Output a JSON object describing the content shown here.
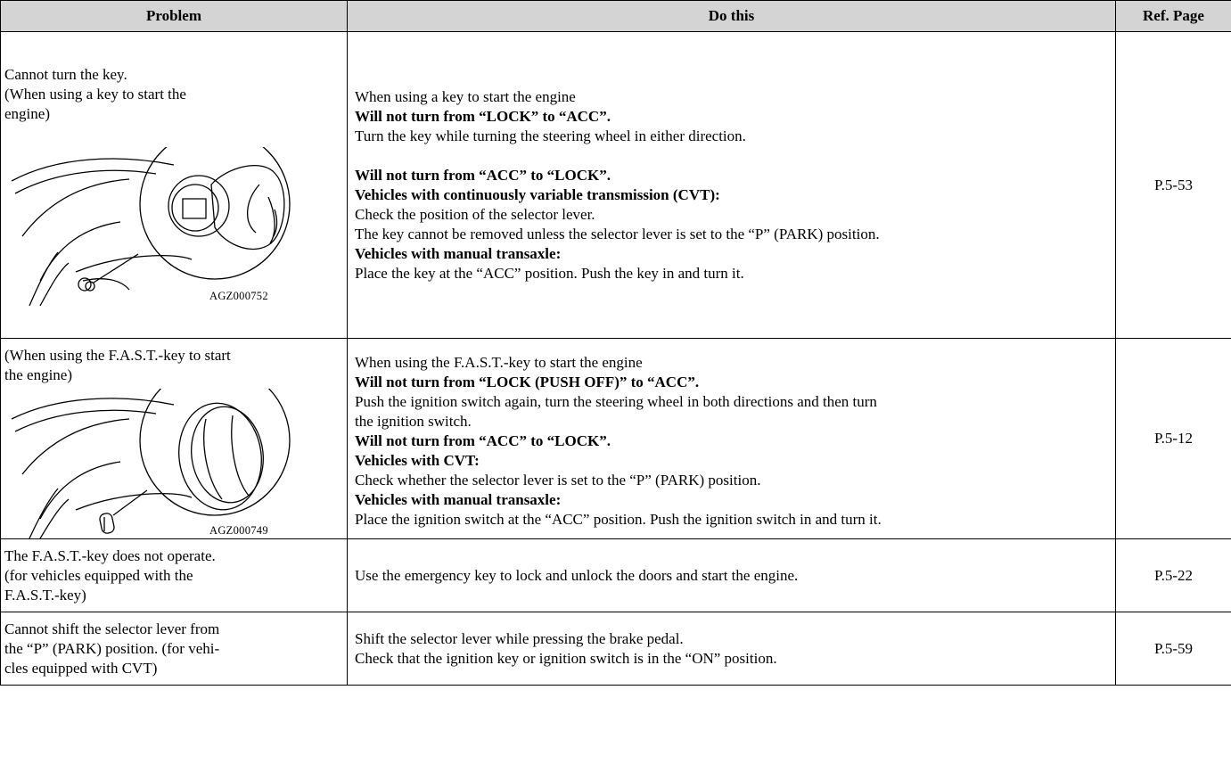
{
  "header": {
    "problem": "Problem",
    "do_this": "Do this",
    "ref_page": "Ref. Page"
  },
  "rows": [
    {
      "problem_lines": [
        "Cannot turn the key.",
        "(When using a key to start the",
        "engine)"
      ],
      "figure_code": "AGZ000752",
      "do_this": [
        {
          "text": "When using a key to start the engine",
          "bold": false
        },
        {
          "text": "Will not turn from “LOCK” to “ACC”.",
          "bold": true
        },
        {
          "text": "Turn the key while turning the steering wheel in either direction.",
          "bold": false
        },
        {
          "text": "Will not turn from “ACC” to “LOCK”.",
          "bold": true
        },
        {
          "text": "Vehicles with continuously variable transmission (CVT):",
          "bold": true
        },
        {
          "text": "Check the position of the selector lever.",
          "bold": false
        },
        {
          "text": "The key cannot be removed unless the selector lever is set to the “P” (PARK) position.",
          "bold": false
        },
        {
          "text": "Vehicles with manual transaxle:",
          "bold": true
        },
        {
          "text": "Place the key at the “ACC” position. Push the key in and turn it.",
          "bold": false
        }
      ],
      "ref": "P.5-53"
    },
    {
      "problem_lines": [
        "(When using the F.A.S.T.-key to start",
        "the engine)"
      ],
      "figure_code": "AGZ000749",
      "do_this": [
        {
          "text": "When using the F.A.S.T.-key to start the engine",
          "bold": false
        },
        {
          "text": "Will not turn from “LOCK (PUSH OFF)” to “ACC”.",
          "bold": true
        },
        {
          "text": "Push the ignition switch again, turn the steering wheel in both directions and then turn",
          "bold": false
        },
        {
          "text": "the ignition switch.",
          "bold": false
        },
        {
          "text": "Will not turn from “ACC” to “LOCK”.",
          "bold": true
        },
        {
          "text": "Vehicles with CVT:",
          "bold": true
        },
        {
          "text": "Check whether the selector lever is set to the “P” (PARK) position.",
          "bold": false
        },
        {
          "text": "Vehicles with manual transaxle:",
          "bold": true
        },
        {
          "text": "Place the ignition switch at the “ACC” position. Push the ignition switch in and turn it.",
          "bold": false
        }
      ],
      "ref": "P.5-12"
    },
    {
      "problem_lines": [
        "The F.A.S.T.-key does not operate.",
        "(for vehicles equipped with the",
        "F.A.S.T.-key)"
      ],
      "do_this": [
        {
          "text": "Use the emergency key to lock and unlock the doors and start the engine.",
          "bold": false
        }
      ],
      "ref": "P.5-22"
    },
    {
      "problem_lines": [
        "Cannot shift the selector lever from",
        "the “P” (PARK) position. (for vehi-",
        "cles equipped with CVT)"
      ],
      "do_this": [
        {
          "text": "Shift the selector lever while pressing the brake pedal.",
          "bold": false
        },
        {
          "text": "Check that the ignition key or ignition switch is in the “ON” position.",
          "bold": false
        }
      ],
      "ref": "P.5-59"
    }
  ]
}
